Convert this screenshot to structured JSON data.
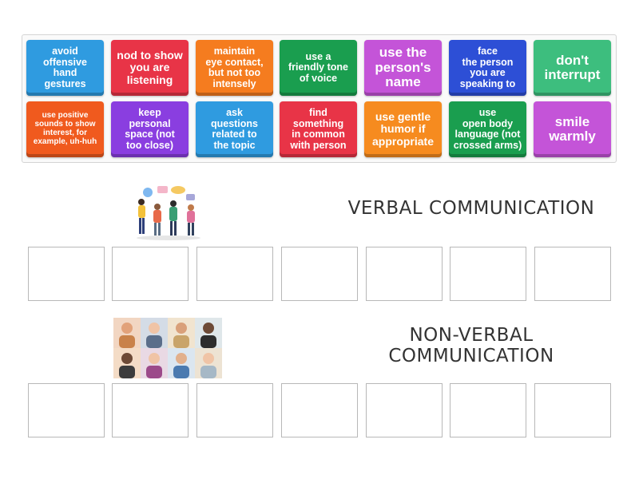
{
  "tiles": [
    {
      "text": "avoid\noffensive\nhand\ngestures",
      "color": "#2f9be0",
      "size": "fs-s"
    },
    {
      "text": "nod to show\nyou are\nlistening",
      "color": "#e83447",
      "size": "fs-m"
    },
    {
      "text": "maintain\neye contact,\nbut not too\nintensely",
      "color": "#f57c1f",
      "size": "fs-s"
    },
    {
      "text": "use a\nfriendly tone\nof voice",
      "color": "#1a9e4f",
      "size": "fs-s"
    },
    {
      "text": "use the\nperson's\nname",
      "color": "#c454d8",
      "size": "fs-l"
    },
    {
      "text": "face\nthe person\nyou are\nspeaking to",
      "color": "#2d4fd6",
      "size": "fs-s"
    },
    {
      "text": "don't\ninterrupt",
      "color": "#3dbe7e",
      "size": "fs-l"
    },
    {
      "text": "use positive\nsounds to show\ninterest, for\nexample, uh-huh",
      "color": "#f05a1e",
      "size": "fs-xs"
    },
    {
      "text": "keep\npersonal\nspace (not\ntoo close)",
      "color": "#8a3ee0",
      "size": "fs-s"
    },
    {
      "text": "ask\nquestions\nrelated to\nthe topic",
      "color": "#2f9be0",
      "size": "fs-s"
    },
    {
      "text": "find\nsomething\nin common\nwith person",
      "color": "#e83447",
      "size": "fs-s"
    },
    {
      "text": "use gentle\nhumor if\nappropriate",
      "color": "#f68b1f",
      "size": "fs-m"
    },
    {
      "text": "use\nopen body\nlanguage (not\ncrossed arms)",
      "color": "#1a9e4f",
      "size": "fs-s"
    },
    {
      "text": "smile\nwarmly",
      "color": "#c454d8",
      "size": "fs-l"
    }
  ],
  "groups": [
    {
      "label": "VERBAL COMMUNICATION",
      "slots": 7
    },
    {
      "label": "NON-VERBAL\nCOMMUNICATION",
      "slots": 7
    }
  ],
  "illustrations": {
    "verbal": "group-conversation-illustration",
    "nonverbal": "facial-expressions-photo-grid"
  }
}
